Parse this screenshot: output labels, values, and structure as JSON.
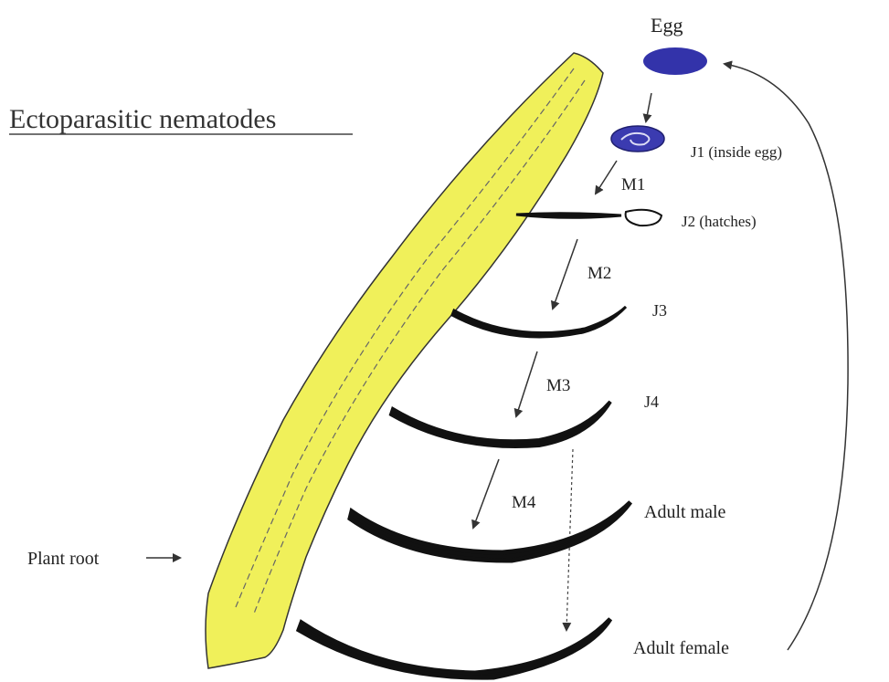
{
  "title": "Ectoparasitic nematodes",
  "stages": {
    "egg": "Egg",
    "j1": "J1 (inside egg)",
    "j2": "J2 (hatches)",
    "j3": "J3",
    "j4": "J4",
    "adult_male": "Adult male",
    "adult_female": "Adult female"
  },
  "molts": {
    "m1": "M1",
    "m2": "M2",
    "m3": "M3",
    "m4": "M4"
  },
  "root_label": "Plant root",
  "colors": {
    "root_fill": "#f0f05a",
    "root_stroke": "#333333",
    "egg_fill": "#3333aa",
    "nematode": "#111111",
    "arrow": "#333333"
  }
}
